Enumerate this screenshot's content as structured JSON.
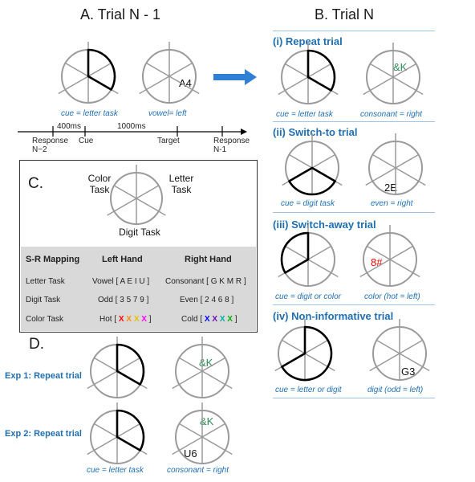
{
  "panelA": {
    "title": "A. Trial N - 1",
    "cue_caption": "cue = letter task",
    "target_caption": "vowel= left",
    "target_glyph": "A4",
    "timeline": {
      "interval1": "400ms",
      "interval2": "1000ms",
      "events": [
        "Response N−2",
        "Cue",
        "Target",
        "Response N-1"
      ]
    }
  },
  "panelB": {
    "title": "B. Trial N",
    "repeat": {
      "title": "(i) Repeat trial",
      "cue": "cue = letter task",
      "target": "consonant = right",
      "glyph": "&K"
    },
    "switch_to": {
      "title": "(ii) Switch-to trial",
      "cue": "cue = digit task",
      "target": "even = right",
      "glyph": "2E"
    },
    "switch_away": {
      "title": "(iii) Switch-away trial",
      "cue": "cue = digit or color",
      "target": "color (hot = left)",
      "glyph": "8#"
    },
    "noninformative": {
      "title": "(iv) Non-informative trial",
      "cue": "cue = letter or digit",
      "target": "digit (odd = left)",
      "glyph": "G3"
    }
  },
  "panelC": {
    "title": "C.",
    "color_task": "Color Task",
    "letter_task": "Letter Task",
    "digit_task": "Digit Task",
    "headers": [
      "S-R Mapping",
      "Left Hand",
      "Right Hand"
    ],
    "rows": [
      {
        "task": "Letter Task",
        "left": "Vowel [ A E I U ]",
        "right": "Consonant [ G K M R ]"
      },
      {
        "task": "Digit Task",
        "left": "Odd [ 3 5 7 9 ]",
        "right": "Even [ 2 4 6 8 ]"
      },
      {
        "task": "Color Task",
        "left_prefix": "Hot [",
        "right_prefix": "Cold [",
        "x": "X",
        "suffix": "]"
      }
    ],
    "hot_colors": [
      "#ff0000",
      "#ff8c00",
      "#e6c200",
      "#ff00ff"
    ],
    "cold_colors": [
      "#0000ff",
      "#6a0dad",
      "#00aaaa",
      "#00b000"
    ]
  },
  "panelD": {
    "title": "D.",
    "exp1": "Exp 1: Repeat trial",
    "exp2": "Exp 2: Repeat trial",
    "exp1_glyph": "&K",
    "exp2_glyph_top": "&K",
    "exp2_glyph_bottom": "U6",
    "cue_caption": "cue = letter task",
    "target_caption": "consonant = right"
  },
  "colors": {
    "blue": "#1f6fb2",
    "green": "#2e8b57",
    "red": "#ff0000",
    "arrow": "#2f7fd6",
    "rule": "#9dc3e6"
  }
}
